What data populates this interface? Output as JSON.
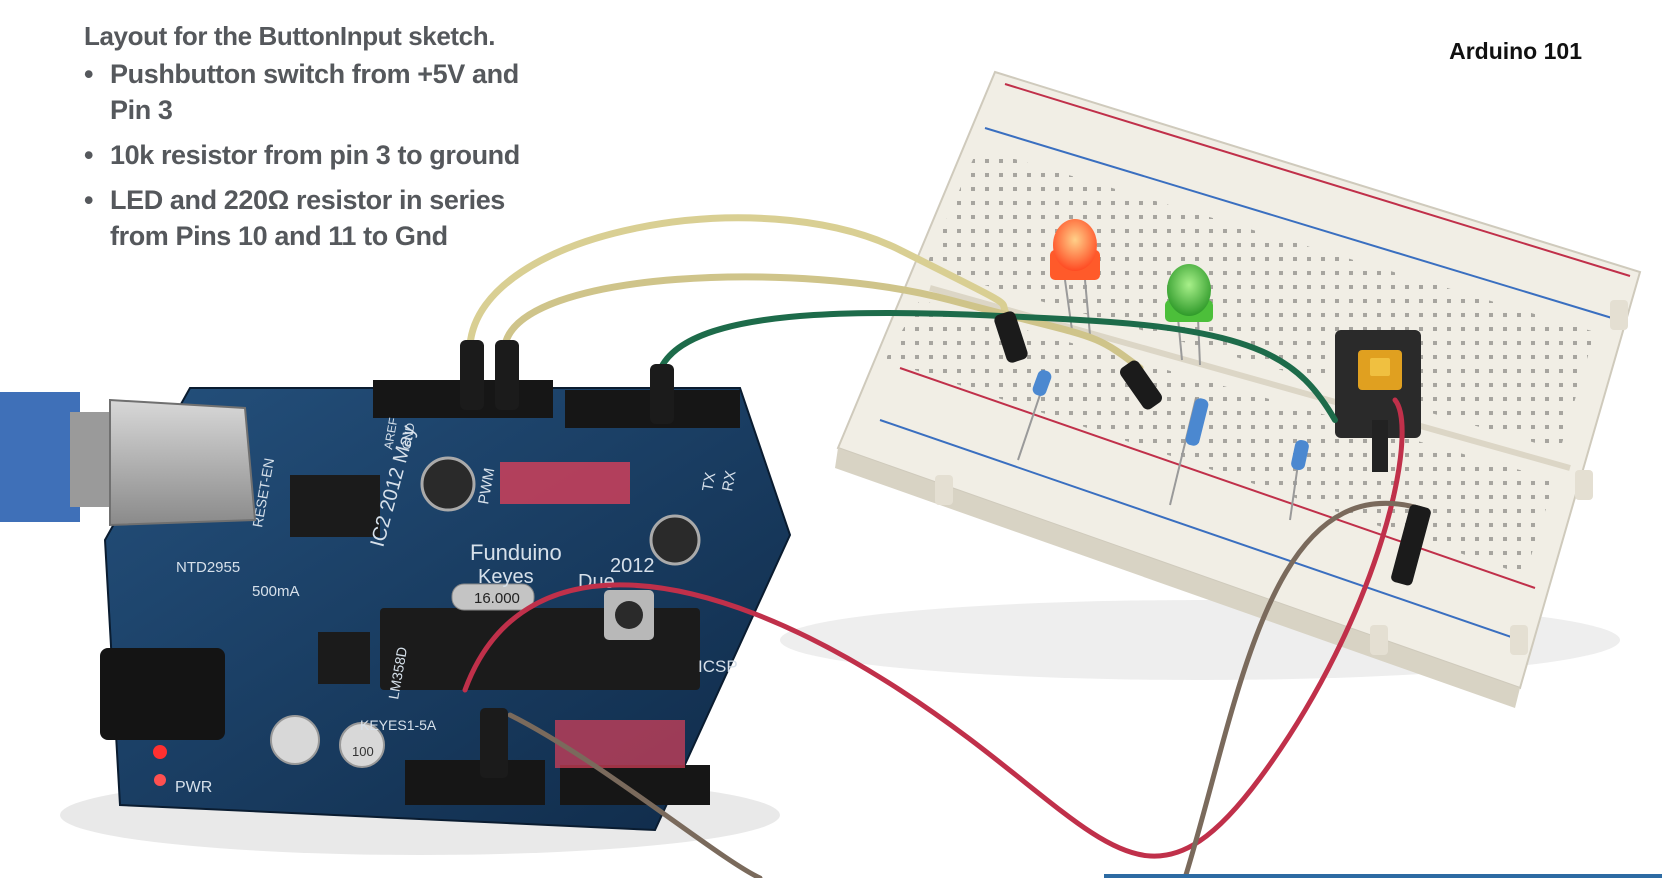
{
  "caption": {
    "title": "Layout for the  ButtonInput sketch.",
    "bullets": [
      "Pushbutton switch from +5V and\nPin 3",
      "10k resistor from pin 3 to ground",
      "LED and 220Ω resistor in series\nfrom Pins 10 and 11 to Gnd"
    ]
  },
  "page_label": "Arduino 101",
  "board": {
    "crystal_label": "16.000",
    "reset_label": "RESET-EN",
    "icsp_label": "ICSP",
    "power_label": "PWR",
    "ic_label": "IC2  2012 May",
    "pwm_label": "PWM",
    "brand_label": "Funduino",
    "model_label": "Due",
    "maker_label": "Keyes",
    "year_label": "2012",
    "analog_label": "AREF",
    "gnd_label": "GND",
    "tx_label": "TX",
    "rx_label": "RX",
    "regulator_label": "LM358D",
    "fuse_label": "500mA",
    "ntd_label": "NTD2955",
    "cap_label": "100",
    "keyes_mark": "KEYES1-5A"
  },
  "colors": {
    "caption_text": "#55585c",
    "board_blue": "#1a3a5e",
    "wire_yellow": "#d9cf93",
    "wire_green": "#1d6b4a",
    "wire_red": "#c0304a",
    "wire_brown": "#7a6a5c",
    "led_red": "#ff5a2a",
    "led_green": "#4cbf3a",
    "breadboard": "#f1eee5",
    "rule_blue": "#2d6ba3"
  }
}
